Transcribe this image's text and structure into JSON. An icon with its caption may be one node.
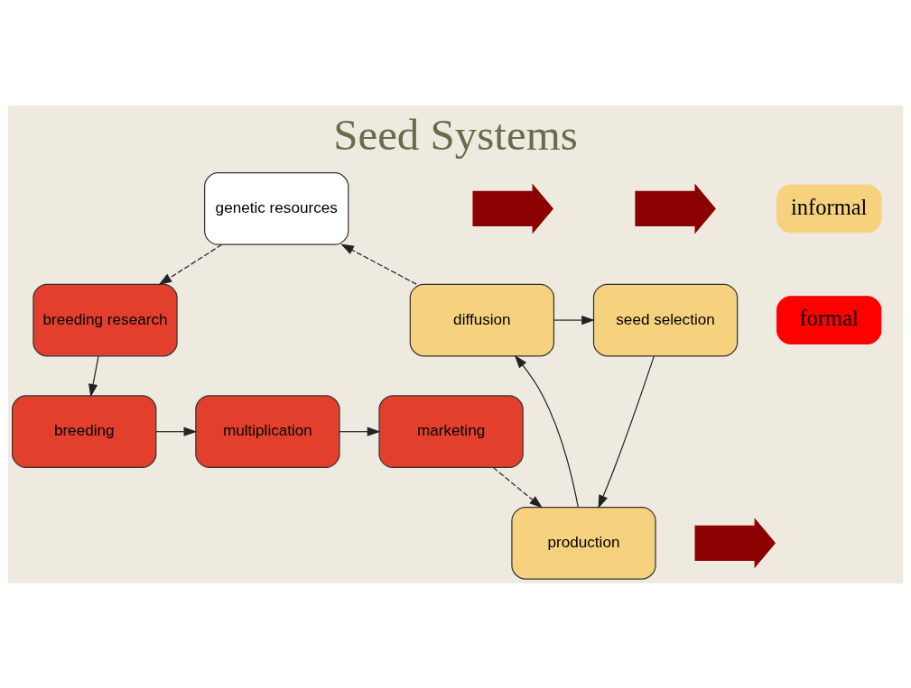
{
  "diagram": {
    "title": "Seed Systems",
    "nodes": [
      {
        "text": [
          "genetic resources"
        ]
      },
      {
        "text": [
          "breeding research"
        ]
      },
      {
        "text": [
          "seed selection"
        ]
      },
      {
        "text": [
          "diffusion"
        ]
      },
      {
        "text": [
          "production"
        ]
      },
      {
        "text": [
          "breeding"
        ]
      },
      {
        "text": [
          "multiplication"
        ]
      },
      {
        "text": [
          "marketing"
        ]
      },
      {
        "text": [],
        "shape": "arrow"
      },
      {
        "text": [],
        "shape": "arrow"
      },
      {
        "text": [],
        "shape": "arrow"
      }
    ],
    "edges": [
      {
        "from": 0,
        "to": 1,
        "arrow": "to",
        "style": "dashed"
      },
      {
        "from": 3,
        "to": 0,
        "arrow": "to",
        "style": "dashed"
      },
      {
        "from": 1,
        "to": 5,
        "arrow": "to"
      },
      {
        "from": 5,
        "to": 6,
        "arrow": "to"
      },
      {
        "from": 6,
        "to": 7,
        "arrow": "to"
      },
      {
        "from": 7,
        "to": 4,
        "arrow": "to",
        "style": "dashed"
      },
      {
        "from": 4,
        "to": 3,
        "arrow": "to"
      },
      {
        "from": 3,
        "to": 2,
        "arrow": "to"
      },
      {
        "from": 2,
        "to": 4,
        "arrow": "to"
      }
    ],
    "legend": [
      {
        "text": "informal",
        "color": "#f7d27e"
      },
      {
        "text": "formal",
        "color": "#ff0000"
      }
    ]
  }
}
